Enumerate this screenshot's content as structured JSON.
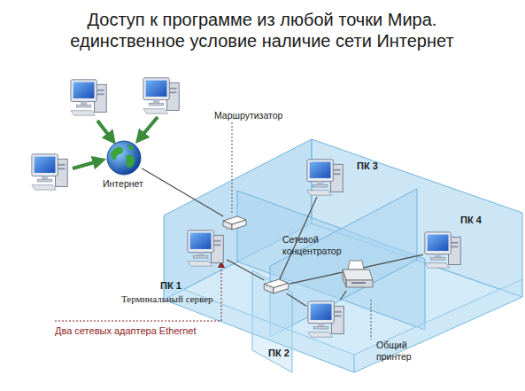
{
  "diagram": {
    "title": "Доступ к программе из любой точки Мира. единственное условие наличие сети Интернет",
    "nodes": [
      {
        "text": [
          "Интернет"
        ]
      },
      {
        "text": [
          "Маршрутизатор"
        ]
      },
      {
        "text": [
          "ПК 1",
          "Терминальный сервер"
        ]
      },
      {
        "text": [
          "ПК 3"
        ]
      },
      {
        "text": [
          "ПК 4"
        ]
      },
      {
        "text": [
          "Сетевой концентратор"
        ]
      },
      {
        "text": [
          "Общий принтер"
        ]
      },
      {
        "text": [
          "ПК 2"
        ]
      }
    ],
    "edges": [
      {
        "from": 0,
        "to": 1,
        "arrow": "none"
      },
      {
        "from": 1,
        "to": 2,
        "arrow": "none"
      },
      {
        "from": 2,
        "to": 5,
        "arrow": "none"
      },
      {
        "from": 5,
        "to": 7,
        "arrow": "none"
      },
      {
        "from": 5,
        "to": 3,
        "arrow": "none"
      },
      {
        "from": 5,
        "to": 4,
        "arrow": "none"
      },
      {
        "from": 7,
        "to": 6,
        "arrow": "none"
      }
    ],
    "labels": [
      "Два сетевых адаптера Ethernet"
    ]
  }
}
